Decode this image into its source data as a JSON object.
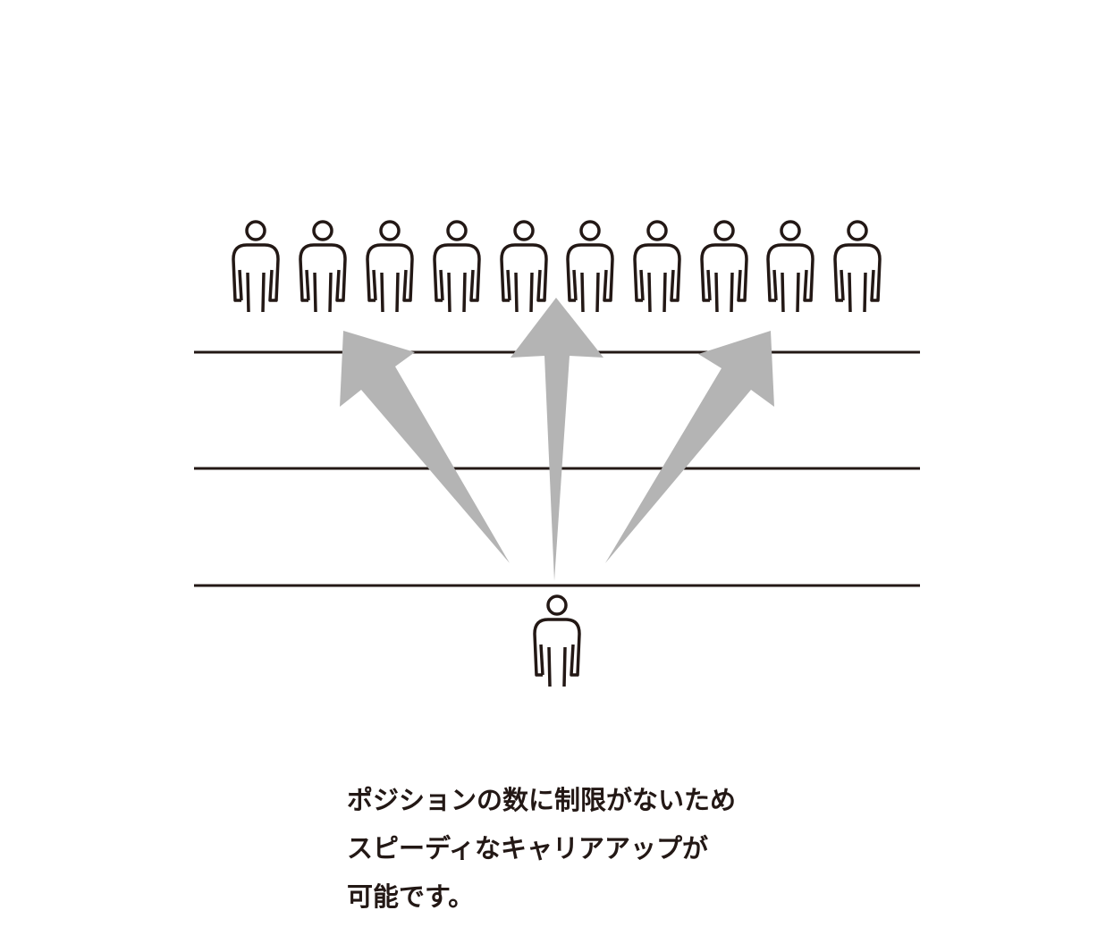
{
  "diagram": {
    "top_people_count": 10,
    "level_count": 3,
    "arrow_count": 3,
    "colors": {
      "figure": "#231815",
      "line": "#231815",
      "arrow": "#b4b4b4",
      "text": "#231815"
    },
    "icons": {
      "person": "person-icon",
      "arrow": "arrow-up"
    }
  },
  "caption": {
    "line1": "ポジションの数に制限がないため",
    "line2": "スピーディなキャリアアップが",
    "line3": "可能です。"
  }
}
